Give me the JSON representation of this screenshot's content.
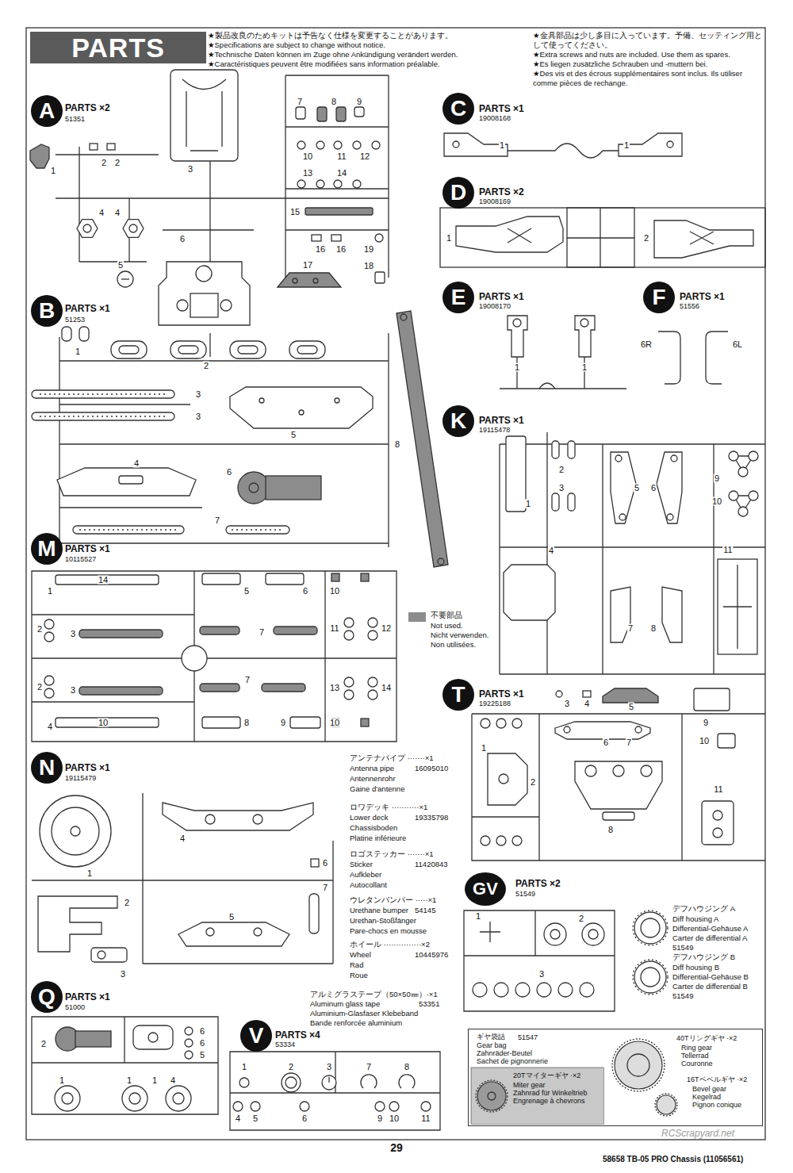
{
  "diagram": {
    "nodes": [
      {
        "text": [
          "PARTS"
        ]
      },
      {
        "text": [
          "A"
        ]
      },
      {
        "text": [
          "B"
        ]
      },
      {
        "text": [
          "C"
        ]
      },
      {
        "text": [
          "D"
        ]
      },
      {
        "text": [
          "E"
        ]
      },
      {
        "text": [
          "F"
        ]
      },
      {
        "text": [
          "K"
        ]
      },
      {
        "text": [
          "M"
        ]
      },
      {
        "text": [
          "N"
        ]
      },
      {
        "text": [
          "Q"
        ]
      },
      {
        "text": [
          "T"
        ]
      },
      {
        "text": [
          "V"
        ]
      },
      {
        "text": [
          "GV"
        ]
      },
      {
        "text": [
          "ギヤ袋詰",
          "51547",
          "Gear bag",
          "Zahnräder-Beutel",
          "Sachet de pignonnerie",
          "40Tリングギヤ ·×2",
          "Ring gear",
          "Tellerrad",
          "Couronne",
          "16Tベベルギヤ ·×2",
          "Bevel gear",
          "Kegelrad",
          "Pignon conique"
        ]
      },
      {
        "text": [
          "20Tマイターギヤ ·×2",
          "Miter gear",
          "Zahnrad für Winkeltrieb",
          "Engrenage à chevrons"
        ],
        "in": 14
      }
    ],
    "labels": [
      "★製品改良のためキットは予告なく仕様を変更することがあります。",
      "★Specifications are subject to change without notice.",
      "★Technische Daten können im Zuge ohne Ankündigung verändert werden.",
      "★Caractéristiques peuvent être modifiées sans information préalable.",
      "★金具部品は少し多目に入っています。予備、セッティング用として使ってください。",
      "★Extra screws and nuts are included. Use them as spares.",
      "★Es liegen zusätzliche Schrauben und -muttern bei.",
      "★Des vis et des écrous supplémentaires sont inclus. Ils utiliser comme pièces de rechange.",
      "PARTS ×2",
      "51351",
      "1",
      "2",
      "2",
      "3",
      "4",
      "4",
      "5",
      "6",
      "7",
      "8",
      "9",
      "10",
      "11",
      "12",
      "13",
      "14",
      "15",
      "16",
      "16",
      "19",
      "17",
      "18",
      "PARTS ×1",
      "51253",
      "1",
      "2",
      "3",
      "3",
      "4",
      "5",
      "6",
      "7",
      "8",
      "PARTS ×1",
      "19008168",
      "1",
      "1",
      "PARTS ×2",
      "19008169",
      "1",
      "2",
      "PARTS ×1",
      "19008170",
      "1",
      "1",
      "PARTS ×1",
      "51556",
      "6R",
      "6L",
      "PARTS ×1",
      "19115478",
      "1",
      "2",
      "3",
      "4",
      "5",
      "6",
      "7",
      "8",
      "9",
      "10",
      "11",
      "PARTS ×1",
      "10115527",
      "1",
      "14",
      "5",
      "6",
      "10",
      "2",
      "3",
      "7",
      "11",
      "12",
      "2",
      "3",
      "7",
      "13",
      "14",
      "4",
      "10",
      "8",
      "9",
      "10",
      "PARTS ×1",
      "19115479",
      "4",
      "1",
      "6",
      "7",
      "2",
      "5",
      "3",
      "アンテナパイプ ·······×1",
      "Antenna pipe",
      "16095010",
      "Antennenrohr",
      "Gaine d'antenne",
      "ロワデッキ ···········×1",
      "Lower deck",
      "19335798",
      "Chassisboden",
      "Platine inférieure",
      "ロゴステッカー ·······×1",
      "Sticker",
      "11420843",
      "Aufkleber",
      "Autocollant",
      "ウレタンバンパー ·····×1",
      "Urethane bumper",
      "54145",
      "Urethan-Stoßfänger",
      "Pare-chocs en mousse",
      "ホイール ···············×2",
      "Wheel",
      "10445976",
      "Rad",
      "Roue",
      "アルミグラステープ（50×50㎜）·×1",
      "Aluminum glass tape",
      "53351",
      "Aluminium-Glasfaser Klebeband",
      "Bande renforcée aluminium",
      "PARTS ×1",
      "51000",
      "2",
      "6",
      "6",
      "5",
      "1",
      "1",
      "1",
      "4",
      "PARTS ×4",
      "53334",
      "1",
      "2",
      "3",
      "7",
      "8",
      "4",
      "5",
      "6",
      "9",
      "10",
      "11",
      "PARTS ×1",
      "19225188",
      "3",
      "4",
      "5",
      "1",
      "2",
      "6",
      "7",
      "9",
      "10",
      "11",
      "8",
      "PARTS ×2",
      "51549",
      "1",
      "2",
      "3",
      "デフハウジング A",
      "Diff housing A",
      "Differential-Gehäuse A",
      "Carter de differential A",
      "51549",
      "デフハウジング B",
      "Diff housing B",
      "Differential-Gehäuse B",
      "Carter de differential B",
      "51549",
      "29",
      "58658 TB-05 PRO Chassis (11056561)",
      "RCScrapyard.net",
      "Not used.",
      "Nicht verwenden.",
      "Non utilisées."
    ],
    "legend": [
      {
        "text": "不要部品",
        "color": "#8c8c8c"
      }
    ]
  }
}
